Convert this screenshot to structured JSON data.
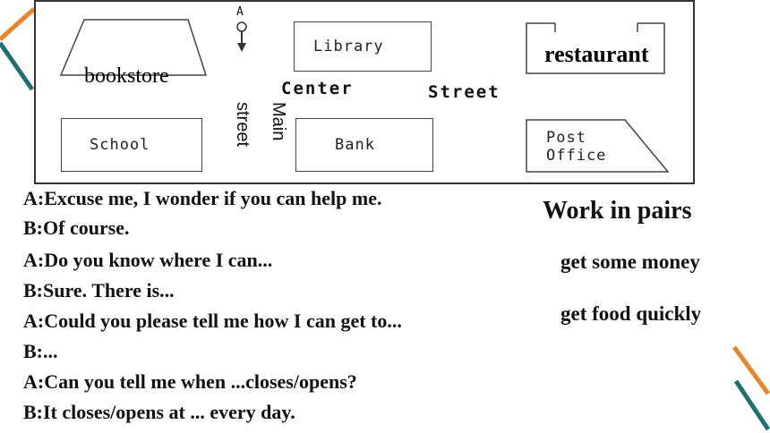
{
  "map": {
    "buildings": {
      "bookstore": "bookstore",
      "library": "Library",
      "restaurant": "restaurant",
      "school": "School",
      "bank": "Bank",
      "post_office_line1": "Post",
      "post_office_line2": "Office"
    },
    "streets": {
      "center_word1": "Center",
      "center_word2": "Street",
      "main_line1": "Main",
      "main_line2": "street"
    },
    "marker_label": "A"
  },
  "dialogue": [
    "A:Excuse me, I wonder if you can help me.",
    "B:Of course.",
    "A:Do you know where I can...",
    "B:Sure. There is...",
    "A:Could you please tell me how I can get to...",
    "B:...",
    "A:Can you tell me when ...closes/opens?",
    "B:It closes/opens at ... every day."
  ],
  "task": {
    "heading": "Work in pairs",
    "item1": "get some money",
    "item2": "get food quickly"
  },
  "colors": {
    "accent_orange": "#e8862a",
    "accent_teal": "#1e6f6f"
  }
}
